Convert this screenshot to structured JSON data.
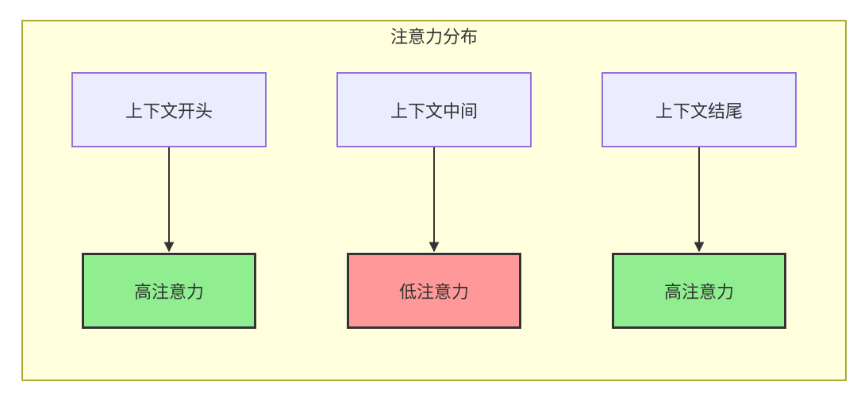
{
  "diagram": {
    "title": "注意力分布",
    "type": "flowchart-cluster",
    "colors": {
      "frame_fill": "#ffffde",
      "frame_border": "#aaaa33",
      "context_fill": "#ECECFF",
      "context_border": "#9370DB",
      "high_fill": "#90EE90",
      "low_fill": "#FF9999",
      "attention_border": "#333333",
      "arrow": "#333333",
      "text": "#333333"
    },
    "columns": [
      {
        "top": {
          "label": "上下文开头"
        },
        "bottom": {
          "label": "高注意力",
          "level": "high"
        }
      },
      {
        "top": {
          "label": "上下文中间"
        },
        "bottom": {
          "label": "低注意力",
          "level": "low"
        }
      },
      {
        "top": {
          "label": "上下文结尾"
        },
        "bottom": {
          "label": "高注意力",
          "level": "high"
        }
      }
    ]
  }
}
